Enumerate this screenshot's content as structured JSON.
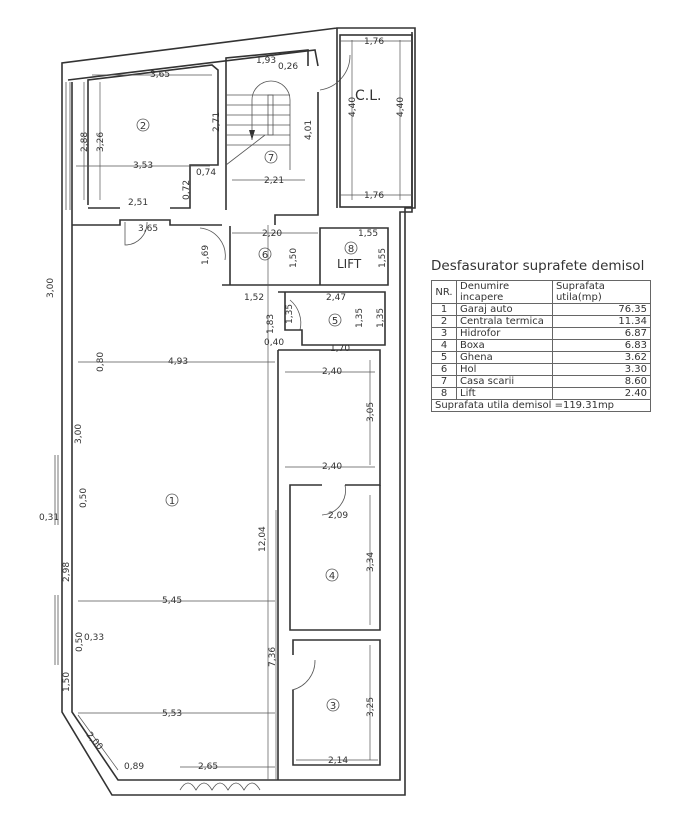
{
  "legend": {
    "title": "Desfasurator suprafete demisol",
    "headers": {
      "nr": "NR.",
      "name": "Denumire incapere",
      "area": "Suprafata utila(mp)"
    },
    "rows": [
      {
        "nr": "1",
        "name": "Garaj auto",
        "area": "76.35"
      },
      {
        "nr": "2",
        "name": "Centrala termica",
        "area": "11.34"
      },
      {
        "nr": "3",
        "name": "Hidrofor",
        "area": "6.87"
      },
      {
        "nr": "4",
        "name": "Boxa",
        "area": "6.83"
      },
      {
        "nr": "5",
        "name": "Ghena",
        "area": "3.62"
      },
      {
        "nr": "6",
        "name": "Hol",
        "area": "3.30"
      },
      {
        "nr": "7",
        "name": "Casa scarii",
        "area": "8.60"
      },
      {
        "nr": "8",
        "name": "Lift",
        "area": "2.40"
      }
    ],
    "total": "Suprafata utila demisol =119.31mp"
  },
  "plan": {
    "rooms": [
      "1",
      "2",
      "3",
      "4",
      "5",
      "6",
      "7",
      "8"
    ],
    "cl_label": "C.L.",
    "lift_label": "LIFT",
    "dims": [
      "3,65",
      "3,26",
      "2,88",
      "2,71",
      "3,53",
      "0,74",
      "0,72",
      "2,51",
      "3,65",
      "1,93",
      "0,26",
      "4,01",
      "2,21",
      "2,20",
      "1,69",
      "1,50",
      "1,55",
      "1,55",
      "1,76",
      "4,40",
      "4,40",
      "1,76",
      "3,00",
      "1,52",
      "2,47",
      "1,83",
      "1,35",
      "1,35",
      "1,35",
      "0,40",
      "1,70",
      "4,93",
      "0,80",
      "2,40",
      "3,05",
      "3,00",
      "2,40",
      "0,50",
      "0,31",
      "2,09",
      "3,34",
      "12,04",
      "2,98",
      "5,45",
      "7,36",
      "0,33",
      "0,50",
      "1,50",
      "5,53",
      "2,00",
      "0,89",
      "2,65",
      "2,14",
      "3,25"
    ]
  }
}
